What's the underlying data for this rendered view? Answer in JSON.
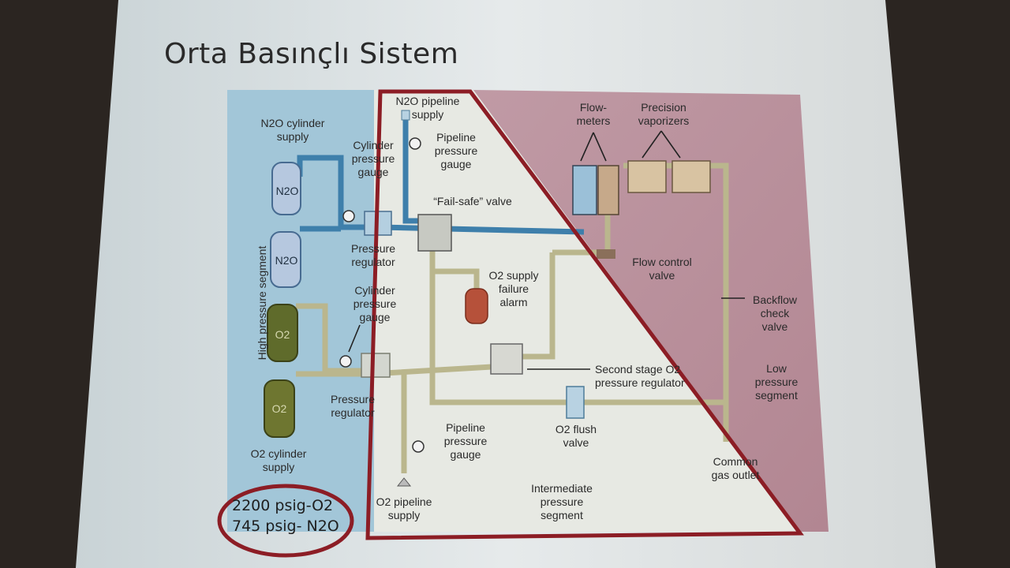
{
  "slide": {
    "title": "Orta Basınçlı Sistem"
  },
  "diagram": {
    "labels": {
      "n2o_cylinder_supply_1": "N2O cylinder",
      "n2o_cylinder_supply_2": "supply",
      "cylinder_n2o_1": "N2O",
      "cylinder_n2o_2": "N2O",
      "cylinder_o2_1": "O2",
      "cylinder_o2_2": "O2",
      "cyl_gauge_top_1": "Cylinder",
      "cyl_gauge_top_2": "pressure",
      "cyl_gauge_top_3": "gauge",
      "n2o_pipeline_1": "N2O pipeline",
      "n2o_pipeline_2": "supply",
      "pipeline_gauge_top_1": "Pipeline",
      "pipeline_gauge_top_2": "pressure",
      "pipeline_gauge_top_3": "gauge",
      "failsafe": "“Fail-safe” valve",
      "pressure_reg_top_1": "Pressure",
      "pressure_reg_top_2": "regulator",
      "o2_alarm_1": "O2 supply",
      "o2_alarm_2": "failure",
      "o2_alarm_3": "alarm",
      "cyl_gauge_bottom_1": "Cylinder",
      "cyl_gauge_bottom_2": "pressure",
      "cyl_gauge_bottom_3": "gauge",
      "pressure_reg_bottom_1": "Pressure",
      "pressure_reg_bottom_2": "regulator",
      "o2_cylinder_supply_1": "O2 cylinder",
      "o2_cylinder_supply_2": "supply",
      "flowmeters_1": "Flow-",
      "flowmeters_2": "meters",
      "vaporizers_1": "Precision",
      "vaporizers_2": "vaporizers",
      "flow_control_1": "Flow control",
      "flow_control_2": "valve",
      "backflow_1": "Backflow",
      "backflow_2": "check",
      "backflow_3": "valve",
      "second_stage_1": "Second stage O2",
      "second_stage_2": "pressure regulator",
      "low_pressure_1": "Low",
      "low_pressure_2": "pressure",
      "low_pressure_3": "segment",
      "pipeline_gauge_bottom_1": "Pipeline",
      "pipeline_gauge_bottom_2": "pressure",
      "pipeline_gauge_bottom_3": "gauge",
      "o2_flush_1": "O2 flush",
      "o2_flush_2": "valve",
      "common_gas_1": "Common",
      "common_gas_2": "gas outlet",
      "o2_pipeline_1": "O2 pipeline",
      "o2_pipeline_2": "supply",
      "intermediate_1": "Intermediate",
      "intermediate_2": "pressure",
      "intermediate_3": "segment",
      "high_pressure": "High pressure segment"
    }
  },
  "annotation": {
    "line1": "2200 psig-O2",
    "line2": "745 psig- N2O"
  },
  "colors": {
    "highlight_red": "#8b1c24",
    "high_segment": "#9cc3d9",
    "low_segment": "#b88e9a",
    "mid_segment": "#e4e6df",
    "pipe_blue": "#2f6f9a",
    "pipe_olive": "#b8b48a"
  }
}
